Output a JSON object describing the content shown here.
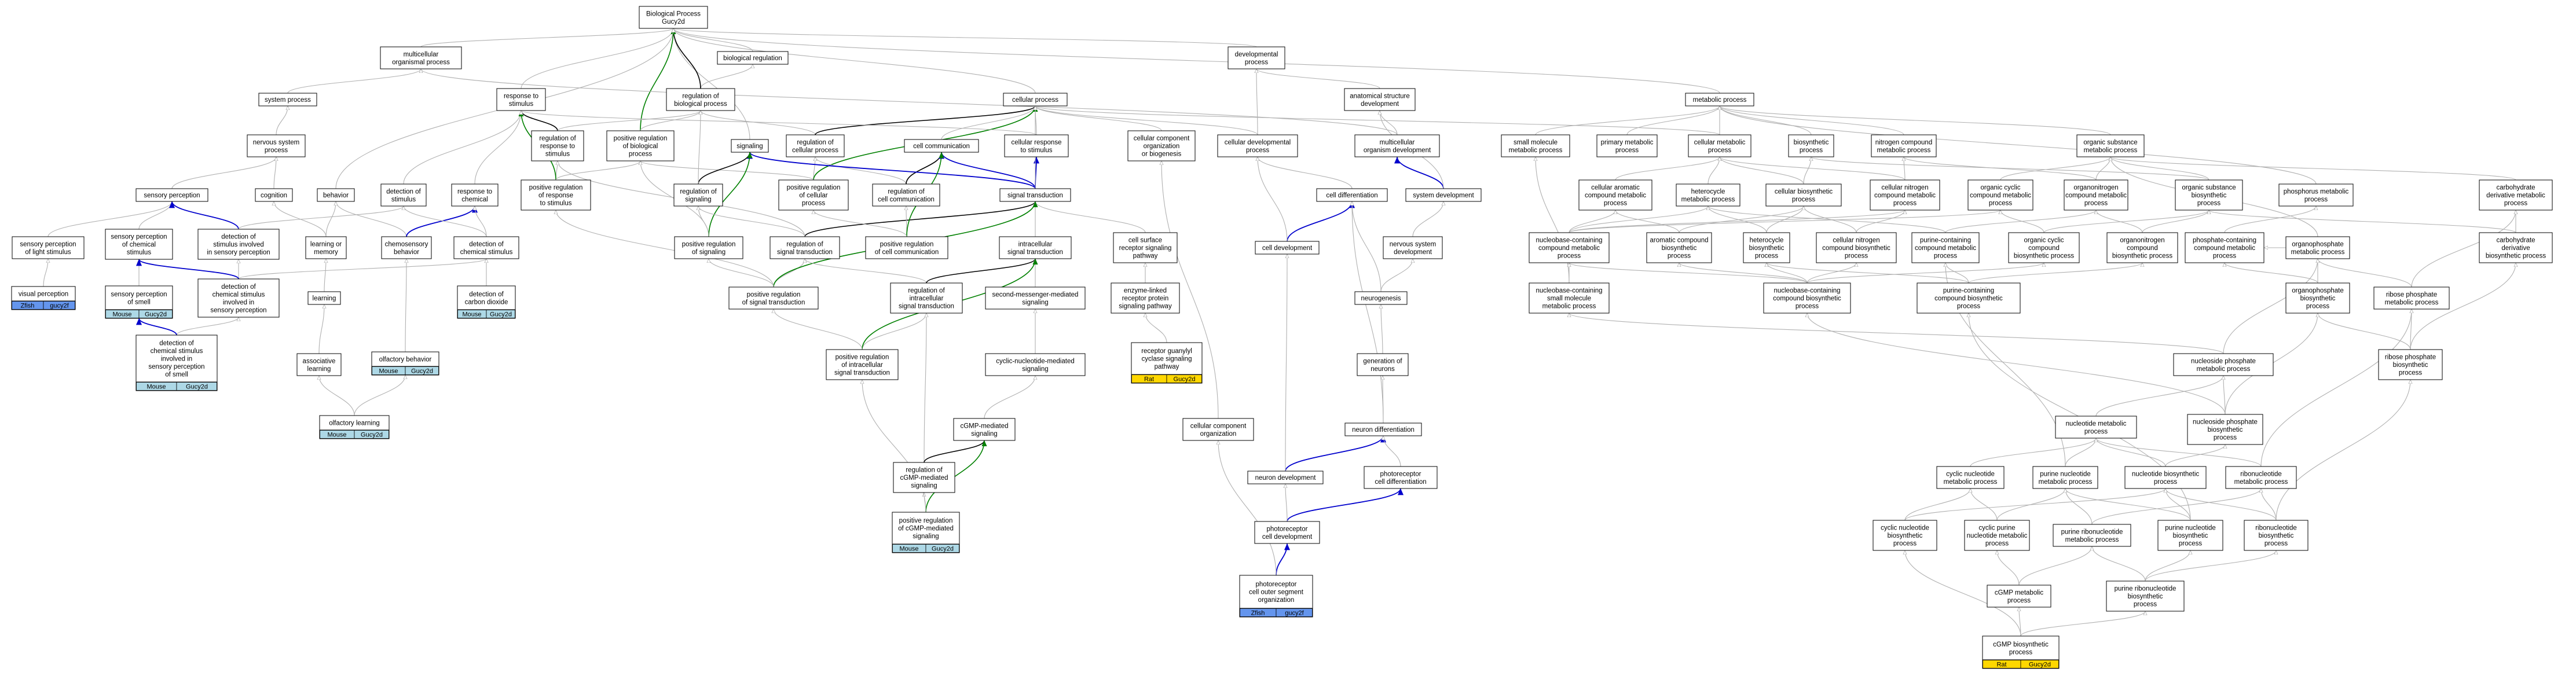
{
  "nodes": {
    "bp": {
      "lines": [
        "Biological Process",
        "Gucy2d"
      ]
    },
    "multi_org": {
      "lines": [
        "multicellular",
        "organismal process"
      ]
    },
    "bio_reg": {
      "lines": [
        "biological regulation"
      ]
    },
    "dev_proc": {
      "lines": [
        "developmental",
        "process"
      ]
    },
    "metab": {
      "lines": [
        "metabolic process"
      ]
    },
    "system_proc": {
      "lines": [
        "system process"
      ]
    },
    "resp_stim": {
      "lines": [
        "response to",
        "stimulus"
      ]
    },
    "reg_bio": {
      "lines": [
        "regulation of",
        "biological process"
      ]
    },
    "cell_proc": {
      "lines": [
        "cellular process"
      ]
    },
    "anat_dev": {
      "lines": [
        "anatomical structure",
        "development"
      ]
    },
    "nervous_sys": {
      "lines": [
        "nervous system",
        "process"
      ]
    },
    "reg_resp": {
      "lines": [
        "regulation of",
        "response to",
        "stimulus"
      ]
    },
    "pos_reg_bio": {
      "lines": [
        "positive regulation",
        "of biological",
        "process"
      ]
    },
    "signaling": {
      "lines": [
        "signaling"
      ]
    },
    "reg_cell_proc": {
      "lines": [
        "regulation of",
        "cellular process"
      ]
    },
    "cell_comm": {
      "lines": [
        "cell communication"
      ]
    },
    "cell_resp_stim": {
      "lines": [
        "cellular response",
        "to stimulus"
      ]
    },
    "cc_org_bio": {
      "lines": [
        "cellular component",
        "organization",
        "or biogenesis"
      ]
    },
    "cell_dev_proc": {
      "lines": [
        "cellular developmental",
        "process"
      ]
    },
    "multi_org_dev": {
      "lines": [
        "multicellular",
        "organism development"
      ]
    },
    "small_mol": {
      "lines": [
        "small molecule",
        "metabolic process"
      ]
    },
    "primary_met": {
      "lines": [
        "primary metabolic",
        "process"
      ]
    },
    "cell_met": {
      "lines": [
        "cellular metabolic",
        "process"
      ]
    },
    "biosyn": {
      "lines": [
        "biosynthetic",
        "process"
      ]
    },
    "nitrogen": {
      "lines": [
        "nitrogen compound",
        "metabolic process"
      ]
    },
    "org_sub": {
      "lines": [
        "organic substance",
        "metabolic process"
      ]
    },
    "sensory_perc": {
      "lines": [
        "sensory perception"
      ]
    },
    "cognition": {
      "lines": [
        "cognition"
      ]
    },
    "behavior": {
      "lines": [
        "behavior"
      ]
    },
    "detect_stim": {
      "lines": [
        "detection of",
        "stimulus"
      ]
    },
    "resp_chem": {
      "lines": [
        "response to",
        "chemical"
      ]
    },
    "pos_reg_resp": {
      "lines": [
        "positive regulation",
        "of response",
        "to stimulus"
      ]
    },
    "reg_sig": {
      "lines": [
        "regulation of",
        "signaling"
      ]
    },
    "pos_reg_cell": {
      "lines": [
        "positive regulation",
        "of cellular",
        "process"
      ]
    },
    "reg_cell_comm": {
      "lines": [
        "regulation of",
        "cell communication"
      ]
    },
    "sig_trans": {
      "lines": [
        "signal transduction"
      ]
    },
    "cell_diff": {
      "lines": [
        "cell differentiation"
      ]
    },
    "sys_dev": {
      "lines": [
        "system development"
      ]
    },
    "cell_arom": {
      "lines": [
        "cellular aromatic",
        "compound metabolic",
        "process"
      ]
    },
    "heterocycle": {
      "lines": [
        "heterocycle",
        "metabolic process"
      ]
    },
    "cell_biosyn": {
      "lines": [
        "cellular biosynthetic",
        "process"
      ]
    },
    "cell_nitrogen": {
      "lines": [
        "cellular nitrogen",
        "compound metabolic",
        "process"
      ]
    },
    "org_cyclic": {
      "lines": [
        "organic cyclic",
        "compound metabolic",
        "process"
      ]
    },
    "organonitrogen": {
      "lines": [
        "organonitrogen",
        "compound metabolic",
        "process"
      ]
    },
    "org_sub_bio": {
      "lines": [
        "organic substance",
        "biosynthetic",
        "process"
      ]
    },
    "phosphorus": {
      "lines": [
        "phosphorus metabolic",
        "process"
      ]
    },
    "carb_deriv": {
      "lines": [
        "carbohydrate",
        "derivative metabolic",
        "process"
      ]
    },
    "sp_light": {
      "lines": [
        "sensory perception",
        "of light stimulus"
      ]
    },
    "sp_chem": {
      "lines": [
        "sensory perception",
        "of chemical",
        "stimulus"
      ]
    },
    "detect_stim_sp": {
      "lines": [
        "detection of",
        "stimulus involved",
        "in sensory perception"
      ]
    },
    "learn_mem": {
      "lines": [
        "learning or",
        "memory"
      ]
    },
    "chemosensory": {
      "lines": [
        "chemosensory",
        "behavior"
      ]
    },
    "detect_chem": {
      "lines": [
        "detection of",
        "chemical stimulus"
      ]
    },
    "pos_reg_sig": {
      "lines": [
        "positive regulation",
        "of signaling"
      ]
    },
    "reg_sig_trans": {
      "lines": [
        "regulation of",
        "signal transduction"
      ]
    },
    "pos_reg_cc": {
      "lines": [
        "positive regulation",
        "of cell communication"
      ]
    },
    "intracell_st": {
      "lines": [
        "intracellular",
        "signal transduction"
      ]
    },
    "cell_surf": {
      "lines": [
        "cell surface",
        "receptor signaling",
        "pathway"
      ]
    },
    "cell_dev": {
      "lines": [
        "cell development"
      ]
    },
    "nerv_dev": {
      "lines": [
        "nervous system",
        "development"
      ]
    },
    "nb_met": {
      "lines": [
        "nucleobase-containing",
        "compound metabolic",
        "process"
      ]
    },
    "arom_bio": {
      "lines": [
        "aromatic compound",
        "biosynthetic",
        "process"
      ]
    },
    "hetero_bio": {
      "lines": [
        "heterocycle",
        "biosynthetic",
        "process"
      ]
    },
    "cn_bio": {
      "lines": [
        "cellular nitrogen",
        "compound biosynthetic",
        "process"
      ]
    },
    "purine_met": {
      "lines": [
        "purine-containing",
        "compound metabolic",
        "process"
      ]
    },
    "org_cyc_bio": {
      "lines": [
        "organic cyclic",
        "compound",
        "biosynthetic process"
      ]
    },
    "orgn_bio": {
      "lines": [
        "organonitrogen",
        "compound",
        "biosynthetic process"
      ]
    },
    "phos_cont": {
      "lines": [
        "phosphate-containing",
        "compound metabolic",
        "process"
      ]
    },
    "organophos": {
      "lines": [
        "organophosphate",
        "metabolic process"
      ]
    },
    "carb_deriv_bio": {
      "lines": [
        "carbohydrate",
        "derivative",
        "biosynthetic process"
      ]
    },
    "visual_perc": {
      "lines": [
        "visual perception"
      ]
    },
    "sp_smell": {
      "lines": [
        "sensory perception",
        "of smell"
      ]
    },
    "detect_chem_sp": {
      "lines": [
        "detection of",
        "chemical stimulus",
        "involved in",
        "sensory perception"
      ]
    },
    "learning": {
      "lines": [
        "learning"
      ]
    },
    "detect_co2": {
      "lines": [
        "detection of",
        "carbon dioxide"
      ]
    },
    "pos_reg_st": {
      "lines": [
        "positive regulation",
        "of signal transduction"
      ]
    },
    "reg_intra": {
      "lines": [
        "regulation of",
        "intracellular",
        "signal transduction"
      ]
    },
    "second_msg": {
      "lines": [
        "second-messenger-mediated",
        "signaling"
      ]
    },
    "enzyme_linked": {
      "lines": [
        "enzyme-linked",
        "receptor protein",
        "signaling pathway"
      ]
    },
    "neurogenesis": {
      "lines": [
        "neurogenesis"
      ]
    },
    "nb_small": {
      "lines": [
        "nucleobase-containing",
        "small molecule",
        "metabolic process"
      ]
    },
    "nb_bio": {
      "lines": [
        "nucleobase-containing",
        "compound biosynthetic",
        "process"
      ]
    },
    "purine_bio": {
      "lines": [
        "purine-containing",
        "compound biosynthetic",
        "process"
      ]
    },
    "organophos_bio": {
      "lines": [
        "organophosphate",
        "biosynthetic",
        "process"
      ]
    },
    "ribose_met": {
      "lines": [
        "ribose phosphate",
        "metabolic process"
      ]
    },
    "detect_smell": {
      "lines": [
        "detection of",
        "chemical stimulus",
        "involved in",
        "sensory perception",
        "of smell"
      ]
    },
    "assoc_learn": {
      "lines": [
        "associative",
        "learning"
      ]
    },
    "olf_behavior": {
      "lines": [
        "olfactory behavior"
      ]
    },
    "pos_reg_intra": {
      "lines": [
        "positive regulation",
        "of intracellular",
        "signal transduction"
      ]
    },
    "cyc_nuc_sig": {
      "lines": [
        "cyclic-nucleotide-mediated",
        "signaling"
      ]
    },
    "rgc_sig": {
      "lines": [
        "receptor guanylyl",
        "cyclase signaling",
        "pathway"
      ]
    },
    "gen_neurons": {
      "lines": [
        "generation of",
        "neurons"
      ]
    },
    "nucphos_met": {
      "lines": [
        "nucleoside phosphate",
        "metabolic process"
      ]
    },
    "ribose_bio": {
      "lines": [
        "ribose phosphate",
        "biosynthetic",
        "process"
      ]
    },
    "olf_learn": {
      "lines": [
        "olfactory learning"
      ]
    },
    "cgmp_sig": {
      "lines": [
        "cGMP-mediated",
        "signaling"
      ]
    },
    "cc_org": {
      "lines": [
        "cellular component",
        "organization"
      ]
    },
    "neuron_diff": {
      "lines": [
        "neuron differentiation"
      ]
    },
    "nucphos_bio": {
      "lines": [
        "nucleoside phosphate",
        "biosynthetic",
        "process"
      ]
    },
    "nucleotide_met": {
      "lines": [
        "nucleotide metabolic",
        "process"
      ]
    },
    "reg_cgmp": {
      "lines": [
        "regulation of",
        "cGMP-mediated",
        "signaling"
      ]
    },
    "neuron_dev": {
      "lines": [
        "neuron development"
      ]
    },
    "photo_diff": {
      "lines": [
        "photoreceptor",
        "cell differentiation"
      ]
    },
    "cyc_nuc_met": {
      "lines": [
        "cyclic nucleotide",
        "metabolic process"
      ]
    },
    "purine_nuc_met": {
      "lines": [
        "purine nucleotide",
        "metabolic process"
      ]
    },
    "nucleotide_bio": {
      "lines": [
        "nucleotide biosynthetic",
        "process"
      ]
    },
    "ribonuc_met": {
      "lines": [
        "ribonucleotide",
        "metabolic process"
      ]
    },
    "pos_reg_cgmp": {
      "lines": [
        "positive regulation",
        "of cGMP-mediated",
        "signaling"
      ]
    },
    "photo_dev": {
      "lines": [
        "photoreceptor",
        "cell development"
      ]
    },
    "cyc_nuc_bio": {
      "lines": [
        "cyclic nucleotide",
        "biosynthetic",
        "process"
      ]
    },
    "cyc_purine_met": {
      "lines": [
        "cyclic purine",
        "nucleotide metabolic",
        "process"
      ]
    },
    "purine_ribo_met": {
      "lines": [
        "purine ribonucleotide",
        "metabolic process"
      ]
    },
    "purine_nuc_bio": {
      "lines": [
        "purine nucleotide",
        "biosynthetic",
        "process"
      ]
    },
    "ribonuc_bio": {
      "lines": [
        "ribonucleotide",
        "biosynthetic",
        "process"
      ]
    },
    "photo_outer": {
      "lines": [
        "photoreceptor",
        "cell outer segment",
        "organization"
      ]
    },
    "cgmp_met": {
      "lines": [
        "cGMP metabolic",
        "process"
      ]
    },
    "purine_ribo_bio": {
      "lines": [
        "purine ribonucleotide",
        "biosynthetic",
        "process"
      ]
    },
    "cgmp_bio": {
      "lines": [
        "cGMP biosynthetic",
        "process"
      ]
    }
  },
  "annotations": {
    "visual_perc": [
      {
        "species": "Zfish",
        "gene": "gucy2f"
      }
    ],
    "sp_smell": [
      {
        "species": "Mouse",
        "gene": "Gucy2d"
      }
    ],
    "detect_smell": [
      {
        "species": "Mouse",
        "gene": "Gucy2d"
      }
    ],
    "detect_co2": [
      {
        "species": "Mouse",
        "gene": "Gucy2d"
      }
    ],
    "olf_behavior": [
      {
        "species": "Mouse",
        "gene": "Gucy2d"
      }
    ],
    "olf_learn": [
      {
        "species": "Mouse",
        "gene": "Gucy2d"
      }
    ],
    "pos_reg_cgmp": [
      {
        "species": "Mouse",
        "gene": "Gucy2d"
      }
    ],
    "rgc_sig": [
      {
        "species": "Rat",
        "gene": "Gucy2d"
      }
    ],
    "photo_outer": [
      {
        "species": "Zfish",
        "gene": "gucy2f"
      }
    ],
    "cgmp_bio": [
      {
        "species": "Rat",
        "gene": "Gucy2d"
      }
    ]
  },
  "colors": {
    "node_border": "#000000",
    "node_fill": "#ffffff",
    "edge_is_a": "#b0b0b0",
    "edge_regulates": "#000000",
    "edge_positively_regulates": "#008000",
    "edge_part_of": "#0000cc",
    "species": {
      "Mouse": "#add8e6",
      "Rat": "#ffd700",
      "Zfish": "#6495ed"
    }
  }
}
